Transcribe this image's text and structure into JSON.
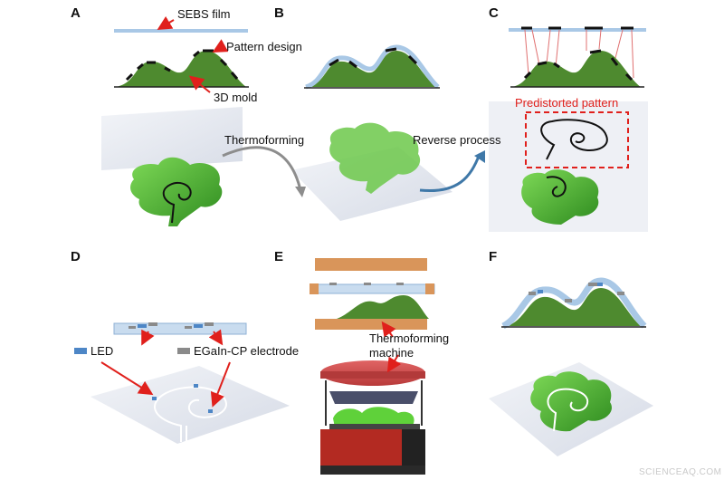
{
  "panels": {
    "a": {
      "letter": "A",
      "film_label": "SEBS film",
      "pattern_label": "Pattern design",
      "mold_label": "3D mold"
    },
    "b": {
      "letter": "B",
      "process_label": "Thermoforming"
    },
    "c": {
      "letter": "C",
      "process_label": "Reverse process",
      "pattern_label": "Predistorted pattern"
    },
    "d": {
      "letter": "D",
      "led_label": "LED",
      "electrode_label": "EGaIn-CP electrode"
    },
    "e": {
      "letter": "E",
      "machine_label": "Thermoforming\nmachine"
    },
    "f": {
      "letter": "F"
    }
  },
  "colors": {
    "film": "#a9c8e6",
    "mold": "#4e8a2f",
    "pattern": "#111111",
    "arrow_red": "#e0201c",
    "led": "#4d86c6",
    "electrode": "#8a8a8a",
    "heater": "#d9955a",
    "gray_arrow": "#8d8d8d",
    "blue_arrow": "#3f78a8"
  },
  "watermark": "SCIENCEAQ.COM"
}
